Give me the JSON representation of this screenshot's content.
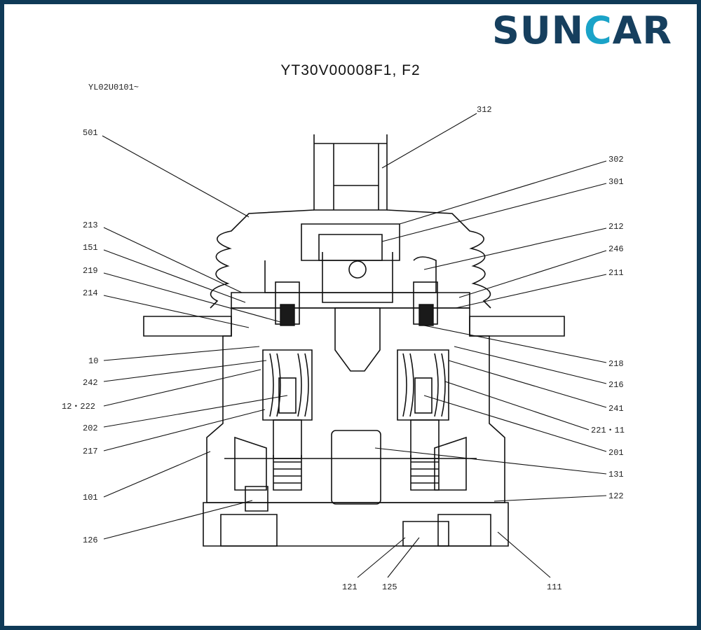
{
  "brand": {
    "logo_text_before": "SUN",
    "logo_text_c": "C",
    "logo_text_after": "AR",
    "colors": {
      "frame": "#0f3a57",
      "logo_dark": "#163f5e",
      "logo_accent": "#1aa3c8"
    }
  },
  "drawing": {
    "title": "YT30V00008F1, F2",
    "subtitle": "YL02U0101~"
  },
  "callouts": [
    {
      "id": "312",
      "label": "312"
    },
    {
      "id": "501",
      "label": "501"
    },
    {
      "id": "302",
      "label": "302"
    },
    {
      "id": "301",
      "label": "301"
    },
    {
      "id": "213",
      "label": "213"
    },
    {
      "id": "212",
      "label": "212"
    },
    {
      "id": "151",
      "label": "151"
    },
    {
      "id": "246",
      "label": "246"
    },
    {
      "id": "219",
      "label": "219"
    },
    {
      "id": "211",
      "label": "211"
    },
    {
      "id": "214",
      "label": "214"
    },
    {
      "id": "10",
      "label": "10"
    },
    {
      "id": "218",
      "label": "218"
    },
    {
      "id": "242",
      "label": "242"
    },
    {
      "id": "216",
      "label": "216"
    },
    {
      "id": "12-222",
      "label": "12・222"
    },
    {
      "id": "241",
      "label": "241"
    },
    {
      "id": "202",
      "label": "202"
    },
    {
      "id": "221-11",
      "label": "221・11"
    },
    {
      "id": "217",
      "label": "217"
    },
    {
      "id": "201",
      "label": "201"
    },
    {
      "id": "131",
      "label": "131"
    },
    {
      "id": "101",
      "label": "101"
    },
    {
      "id": "122",
      "label": "122"
    },
    {
      "id": "126",
      "label": "126"
    },
    {
      "id": "121",
      "label": "121"
    },
    {
      "id": "125",
      "label": "125"
    },
    {
      "id": "111",
      "label": "111"
    }
  ]
}
